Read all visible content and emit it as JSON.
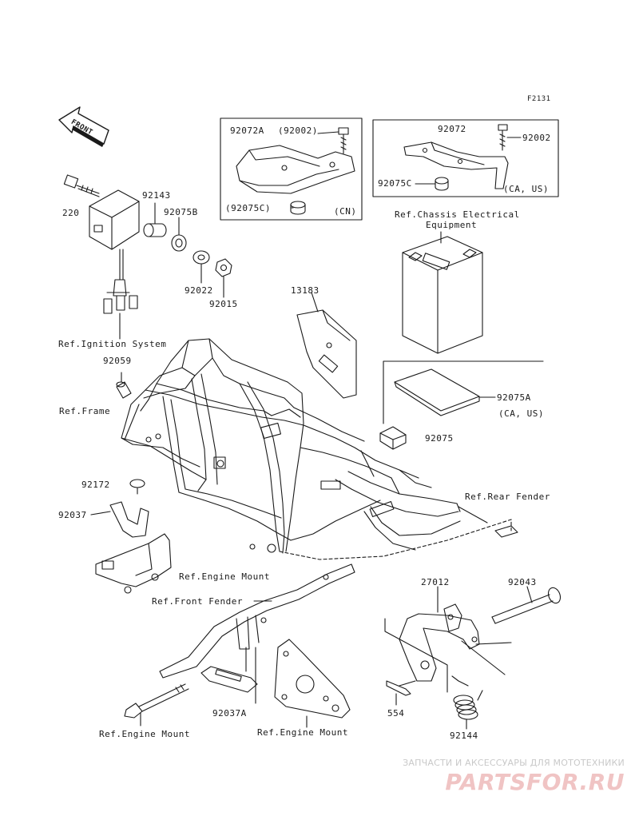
{
  "figure_code": "F2131",
  "front_arrow_label": "FRONT",
  "labels": {
    "p92072A": "92072A",
    "p92002_paren": "(92002)",
    "p92075C_paren": "(92075C)",
    "cn": "(CN)",
    "p92072": "92072",
    "p92002": "92002",
    "p92075C": "92075C",
    "ca_us_top": "(CA, US)",
    "p220": "220",
    "p92143": "92143",
    "p92075B": "92075B",
    "p92022": "92022",
    "p92015": "92015",
    "ref_ignition": "Ref.Ignition System",
    "ref_chassis_line1": "Ref.Chassis Electrical",
    "ref_chassis_line2": "Equipment",
    "p13183": "13183",
    "p92059": "92059",
    "ref_frame": "Ref.Frame",
    "p92075A": "92075A",
    "ca_us_mid": "(CA, US)",
    "p92075": "92075",
    "ref_rear_fender": "Ref.Rear Fender",
    "p92172": "92172",
    "p92037": "92037",
    "ref_engine_mount_mid": "Ref.Engine Mount",
    "ref_front_fender": "Ref.Front Fender",
    "p27012": "27012",
    "p92043": "92043",
    "p92037A": "92037A",
    "p554": "554",
    "p92144": "92144",
    "ref_engine_mount_left": "Ref.Engine Mount",
    "ref_engine_mount_right": "Ref.Engine Mount"
  },
  "watermark": {
    "top_text": "ЗАПЧАСТИ И АКСЕССУАРЫ ДЛЯ МОТОТЕХНИКИ",
    "logo_text": "PARTSFOR.RU"
  },
  "colors": {
    "ink": "#1a1a1a",
    "watermark_text": "#c9c9c9",
    "watermark_logo": "#f0c4c4"
  }
}
